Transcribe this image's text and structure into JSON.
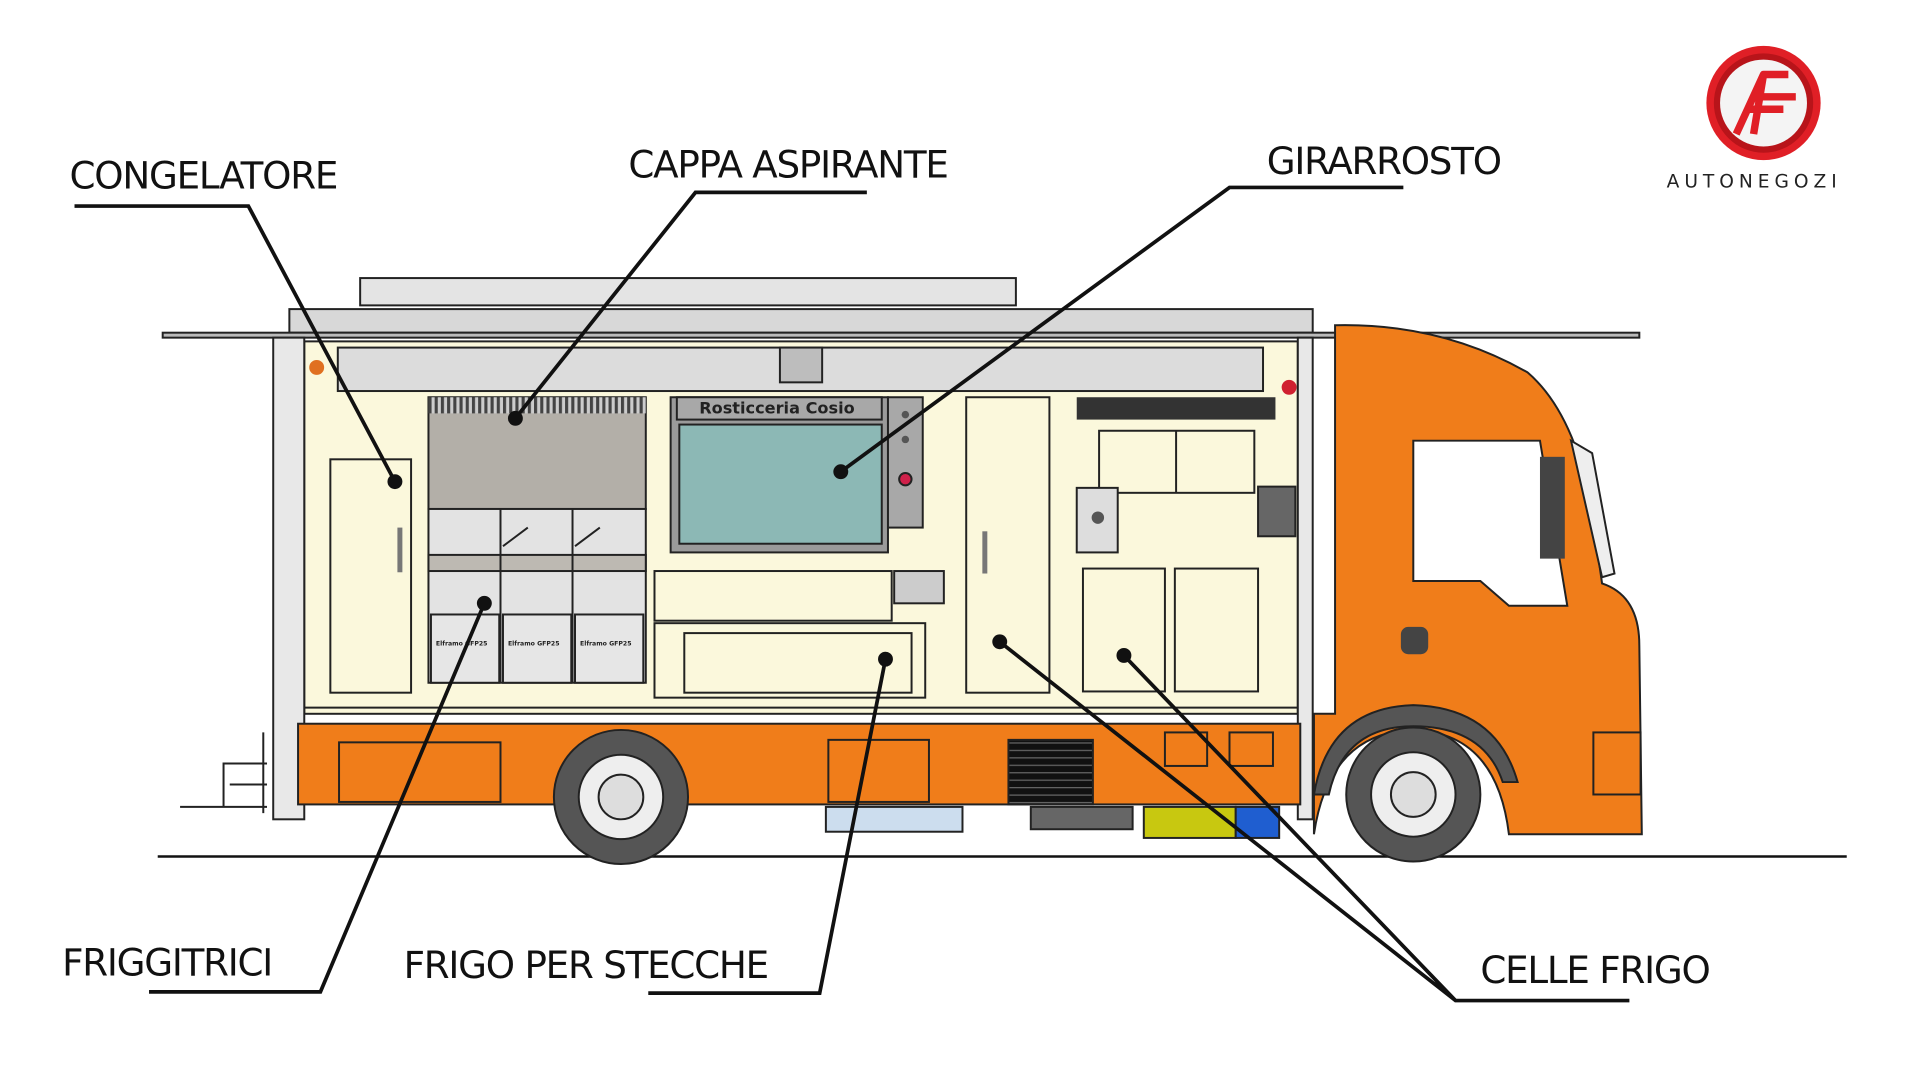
{
  "labels": {
    "freezer": "CONGELATORE",
    "hood": "CAPPA ASPIRANTE",
    "rotisserie": "GIRARROSTO",
    "fryers": "FRIGGITRICI",
    "skewer_fridge": "FRIGO PER STECCHE",
    "cold_rooms": "CELLE FRIGO"
  },
  "truck": {
    "sign_text": "Rosticceria Cosio",
    "fryer_model": "Elframo GFP25"
  },
  "logo": {
    "monogram": "AF",
    "brand": "AUTONEGOZI"
  },
  "colors": {
    "body_orange": "#f07d1a",
    "cream": "#fbf8dc",
    "glass": "#8cb8b5",
    "logo_red": "#e01f26"
  }
}
